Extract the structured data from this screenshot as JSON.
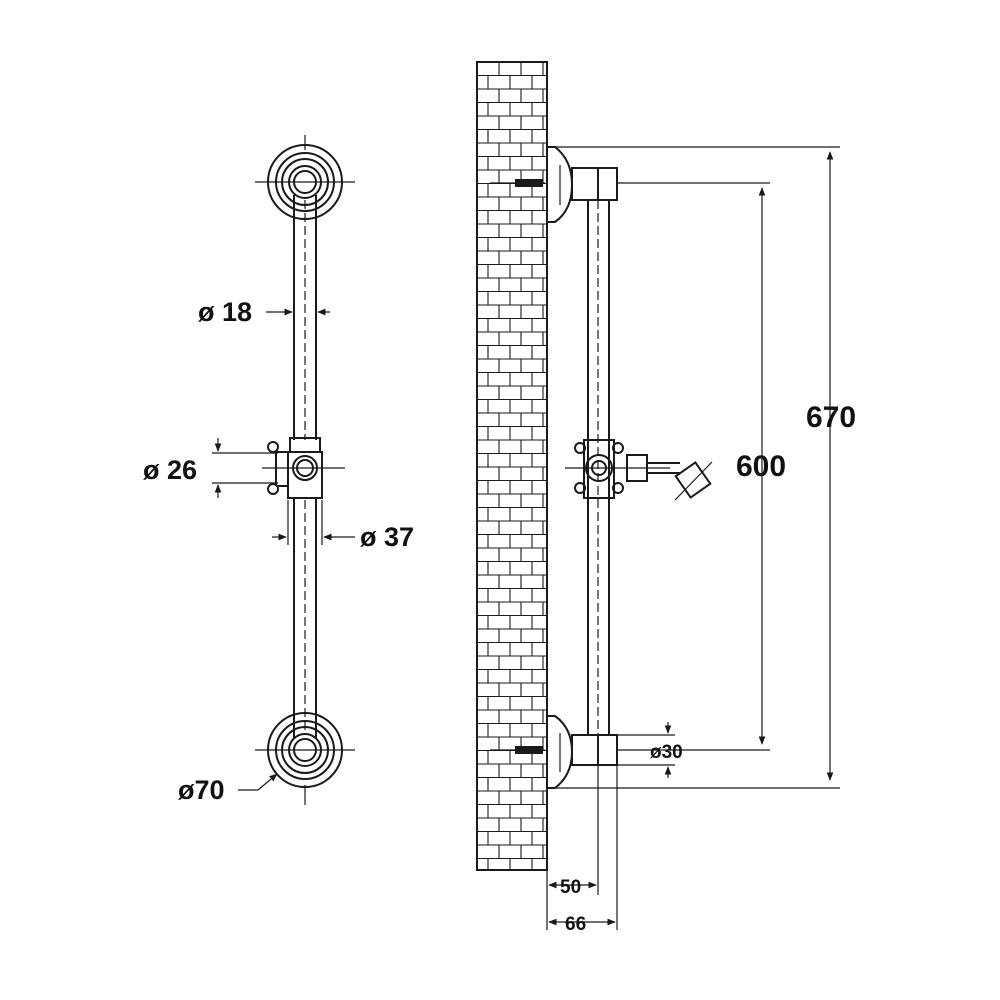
{
  "front_view": {
    "labels": {
      "rail_diameter": "ø 18",
      "slider_height": "ø 26",
      "slider_width": "ø 37",
      "base_diameter": "ø70"
    }
  },
  "side_view": {
    "labels": {
      "overall_height": "670",
      "center_distance": "600",
      "bracket_diameter": "ø30",
      "rail_offset": "50",
      "overall_depth": "66"
    }
  }
}
